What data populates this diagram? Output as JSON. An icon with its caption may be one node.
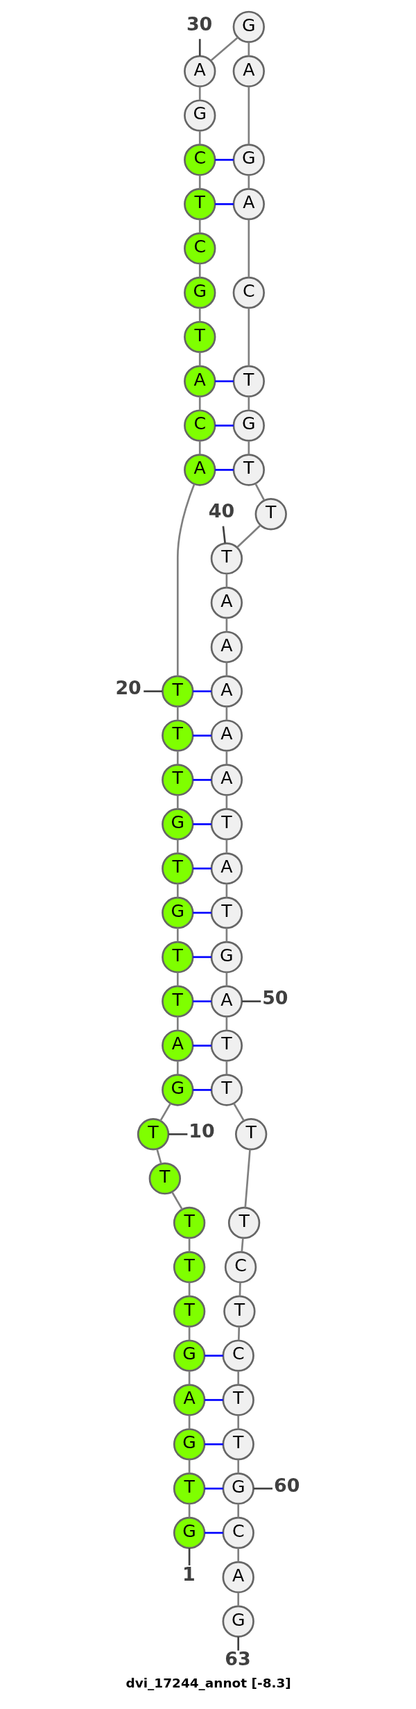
{
  "diagram": {
    "caption": "dvi_17244_annot [-8.3]",
    "nodes": [
      {
        "text": [
          "G"
        ]
      },
      {
        "text": [
          "T"
        ]
      },
      {
        "text": [
          "G"
        ]
      },
      {
        "text": [
          "A"
        ]
      },
      {
        "text": [
          "G"
        ]
      },
      {
        "text": [
          "T"
        ]
      },
      {
        "text": [
          "T"
        ]
      },
      {
        "text": [
          "T"
        ]
      },
      {
        "text": [
          "T"
        ]
      },
      {
        "text": [
          "T"
        ]
      },
      {
        "text": [
          "G"
        ]
      },
      {
        "text": [
          "A"
        ]
      },
      {
        "text": [
          "T"
        ]
      },
      {
        "text": [
          "T"
        ]
      },
      {
        "text": [
          "G"
        ]
      },
      {
        "text": [
          "T"
        ]
      },
      {
        "text": [
          "G"
        ]
      },
      {
        "text": [
          "T"
        ]
      },
      {
        "text": [
          "T"
        ]
      },
      {
        "text": [
          "T"
        ]
      },
      {
        "text": [
          "A"
        ]
      },
      {
        "text": [
          "C"
        ]
      },
      {
        "text": [
          "A"
        ]
      },
      {
        "text": [
          "T"
        ]
      },
      {
        "text": [
          "G"
        ]
      },
      {
        "text": [
          "C"
        ]
      },
      {
        "text": [
          "T"
        ]
      },
      {
        "text": [
          "C"
        ]
      },
      {
        "text": [
          "G"
        ]
      },
      {
        "text": [
          "A"
        ]
      },
      {
        "text": [
          "G"
        ]
      },
      {
        "text": [
          "A"
        ]
      },
      {
        "text": [
          "G"
        ]
      },
      {
        "text": [
          "A"
        ]
      },
      {
        "text": [
          "C"
        ]
      },
      {
        "text": [
          "T"
        ]
      },
      {
        "text": [
          "G"
        ]
      },
      {
        "text": [
          "T"
        ]
      },
      {
        "text": [
          "T"
        ]
      },
      {
        "text": [
          "T"
        ]
      },
      {
        "text": [
          "A"
        ]
      },
      {
        "text": [
          "A"
        ]
      },
      {
        "text": [
          "A"
        ]
      },
      {
        "text": [
          "A"
        ]
      },
      {
        "text": [
          "A"
        ]
      },
      {
        "text": [
          "T"
        ]
      },
      {
        "text": [
          "A"
        ]
      },
      {
        "text": [
          "T"
        ]
      },
      {
        "text": [
          "G"
        ]
      },
      {
        "text": [
          "A"
        ]
      },
      {
        "text": [
          "T"
        ]
      },
      {
        "text": [
          "T"
        ]
      },
      {
        "text": [
          "T"
        ]
      },
      {
        "text": [
          "T"
        ]
      },
      {
        "text": [
          "C"
        ]
      },
      {
        "text": [
          "T"
        ]
      },
      {
        "text": [
          "C"
        ]
      },
      {
        "text": [
          "T"
        ]
      },
      {
        "text": [
          "T"
        ]
      },
      {
        "text": [
          "G"
        ]
      },
      {
        "text": [
          "C"
        ]
      },
      {
        "text": [
          "A"
        ]
      },
      {
        "text": [
          "G"
        ]
      },
      {
        "text": [
          "1"
        ]
      },
      {
        "text": [
          "10"
        ]
      },
      {
        "text": [
          "20"
        ]
      },
      {
        "text": [
          "30"
        ]
      },
      {
        "text": [
          "40"
        ]
      },
      {
        "text": [
          "50"
        ]
      },
      {
        "text": [
          "60"
        ]
      },
      {
        "text": [
          "63"
        ]
      }
    ],
    "edges": [
      {
        "from": 0,
        "to": 1,
        "arrow": "none"
      },
      {
        "from": 1,
        "to": 2,
        "arrow": "none"
      },
      {
        "from": 2,
        "to": 3,
        "arrow": "none"
      },
      {
        "from": 3,
        "to": 4,
        "arrow": "none"
      },
      {
        "from": 4,
        "to": 5,
        "arrow": "none"
      },
      {
        "from": 5,
        "to": 6,
        "arrow": "none"
      },
      {
        "from": 6,
        "to": 7,
        "arrow": "none"
      },
      {
        "from": 7,
        "to": 8,
        "arrow": "none"
      },
      {
        "from": 8,
        "to": 9,
        "arrow": "none"
      },
      {
        "from": 9,
        "to": 10,
        "arrow": "none"
      },
      {
        "from": 10,
        "to": 11,
        "arrow": "none"
      },
      {
        "from": 11,
        "to": 12,
        "arrow": "none"
      },
      {
        "from": 12,
        "to": 13,
        "arrow": "none"
      },
      {
        "from": 13,
        "to": 14,
        "arrow": "none"
      },
      {
        "from": 14,
        "to": 15,
        "arrow": "none"
      },
      {
        "from": 15,
        "to": 16,
        "arrow": "none"
      },
      {
        "from": 16,
        "to": 17,
        "arrow": "none"
      },
      {
        "from": 17,
        "to": 18,
        "arrow": "none"
      },
      {
        "from": 18,
        "to": 19,
        "arrow": "none"
      },
      {
        "from": 19,
        "to": 20,
        "arrow": "none"
      },
      {
        "from": 20,
        "to": 21,
        "arrow": "none"
      },
      {
        "from": 21,
        "to": 22,
        "arrow": "none"
      },
      {
        "from": 22,
        "to": 23,
        "arrow": "none"
      },
      {
        "from": 23,
        "to": 24,
        "arrow": "none"
      },
      {
        "from": 24,
        "to": 25,
        "arrow": "none"
      },
      {
        "from": 25,
        "to": 26,
        "arrow": "none"
      },
      {
        "from": 26,
        "to": 27,
        "arrow": "none"
      },
      {
        "from": 27,
        "to": 28,
        "arrow": "none"
      },
      {
        "from": 28,
        "to": 29,
        "arrow": "none"
      },
      {
        "from": 29,
        "to": 30,
        "arrow": "none"
      },
      {
        "from": 30,
        "to": 31,
        "arrow": "none"
      },
      {
        "from": 31,
        "to": 32,
        "arrow": "none"
      },
      {
        "from": 32,
        "to": 33,
        "arrow": "none"
      },
      {
        "from": 33,
        "to": 34,
        "arrow": "none"
      },
      {
        "from": 34,
        "to": 35,
        "arrow": "none"
      },
      {
        "from": 35,
        "to": 36,
        "arrow": "none"
      },
      {
        "from": 36,
        "to": 37,
        "arrow": "none"
      },
      {
        "from": 37,
        "to": 38,
        "arrow": "none"
      },
      {
        "from": 38,
        "to": 39,
        "arrow": "none"
      },
      {
        "from": 39,
        "to": 40,
        "arrow": "none"
      },
      {
        "from": 40,
        "to": 41,
        "arrow": "none"
      },
      {
        "from": 41,
        "to": 42,
        "arrow": "none"
      },
      {
        "from": 42,
        "to": 43,
        "arrow": "none"
      },
      {
        "from": 43,
        "to": 44,
        "arrow": "none"
      },
      {
        "from": 44,
        "to": 45,
        "arrow": "none"
      },
      {
        "from": 45,
        "to": 46,
        "arrow": "none"
      },
      {
        "from": 46,
        "to": 47,
        "arrow": "none"
      },
      {
        "from": 47,
        "to": 48,
        "arrow": "none"
      },
      {
        "from": 48,
        "to": 49,
        "arrow": "none"
      },
      {
        "from": 49,
        "to": 50,
        "arrow": "none"
      },
      {
        "from": 50,
        "to": 51,
        "arrow": "none"
      },
      {
        "from": 51,
        "to": 52,
        "arrow": "none"
      },
      {
        "from": 52,
        "to": 53,
        "arrow": "none"
      },
      {
        "from": 53,
        "to": 54,
        "arrow": "none"
      },
      {
        "from": 54,
        "to": 55,
        "arrow": "none"
      },
      {
        "from": 55,
        "to": 56,
        "arrow": "none"
      },
      {
        "from": 56,
        "to": 57,
        "arrow": "none"
      },
      {
        "from": 57,
        "to": 58,
        "arrow": "none"
      },
      {
        "from": 58,
        "to": 59,
        "arrow": "none"
      },
      {
        "from": 59,
        "to": 60,
        "arrow": "none"
      },
      {
        "from": 60,
        "to": 61,
        "arrow": "none"
      },
      {
        "from": 61,
        "to": 62,
        "arrow": "none"
      },
      {
        "from": 0,
        "to": 60,
        "arrow": "none",
        "color": "#0000ff"
      },
      {
        "from": 1,
        "to": 59,
        "arrow": "none",
        "color": "#0000ff"
      },
      {
        "from": 2,
        "to": 58,
        "arrow": "none",
        "color": "#0000ff"
      },
      {
        "from": 3,
        "to": 57,
        "arrow": "none",
        "color": "#0000ff"
      },
      {
        "from": 4,
        "to": 56,
        "arrow": "none",
        "color": "#0000ff"
      },
      {
        "from": 10,
        "to": 51,
        "arrow": "none",
        "color": "#0000ff"
      },
      {
        "from": 11,
        "to": 50,
        "arrow": "none",
        "color": "#0000ff"
      },
      {
        "from": 12,
        "to": 49,
        "arrow": "none",
        "color": "#0000ff"
      },
      {
        "from": 13,
        "to": 48,
        "arrow": "none",
        "color": "#0000ff"
      },
      {
        "from": 14,
        "to": 47,
        "arrow": "none",
        "color": "#0000ff"
      },
      {
        "from": 15,
        "to": 46,
        "arrow": "none",
        "color": "#0000ff"
      },
      {
        "from": 16,
        "to": 45,
        "arrow": "none",
        "color": "#0000ff"
      },
      {
        "from": 17,
        "to": 44,
        "arrow": "none",
        "color": "#0000ff"
      },
      {
        "from": 18,
        "to": 43,
        "arrow": "none",
        "color": "#0000ff"
      },
      {
        "from": 19,
        "to": 42,
        "arrow": "none",
        "color": "#0000ff"
      },
      {
        "from": 20,
        "to": 37,
        "arrow": "none",
        "color": "#0000ff"
      },
      {
        "from": 21,
        "to": 36,
        "arrow": "none",
        "color": "#0000ff"
      },
      {
        "from": 22,
        "to": 35,
        "arrow": "none",
        "color": "#0000ff"
      },
      {
        "from": 26,
        "to": 33,
        "arrow": "none",
        "color": "#0000ff"
      },
      {
        "from": 27,
        "to": 32,
        "arrow": "none",
        "color": "#0000ff"
      },
      {
        "from": 63,
        "to": 0,
        "arrow": "none",
        "color": "#404040"
      },
      {
        "from": 64,
        "to": 9,
        "arrow": "none",
        "color": "#404040"
      },
      {
        "from": 65,
        "to": 19,
        "arrow": "none",
        "color": "#404040"
      },
      {
        "from": 66,
        "to": 29,
        "arrow": "none",
        "color": "#404040"
      },
      {
        "from": 67,
        "to": 39,
        "arrow": "none",
        "color": "#404040"
      },
      {
        "from": 68,
        "to": 49,
        "arrow": "none",
        "color": "#404040"
      },
      {
        "from": 69,
        "to": 59,
        "arrow": "none",
        "color": "#404040"
      },
      {
        "from": 70,
        "to": 62,
        "arrow": "none",
        "color": "#404040"
      }
    ]
  }
}
